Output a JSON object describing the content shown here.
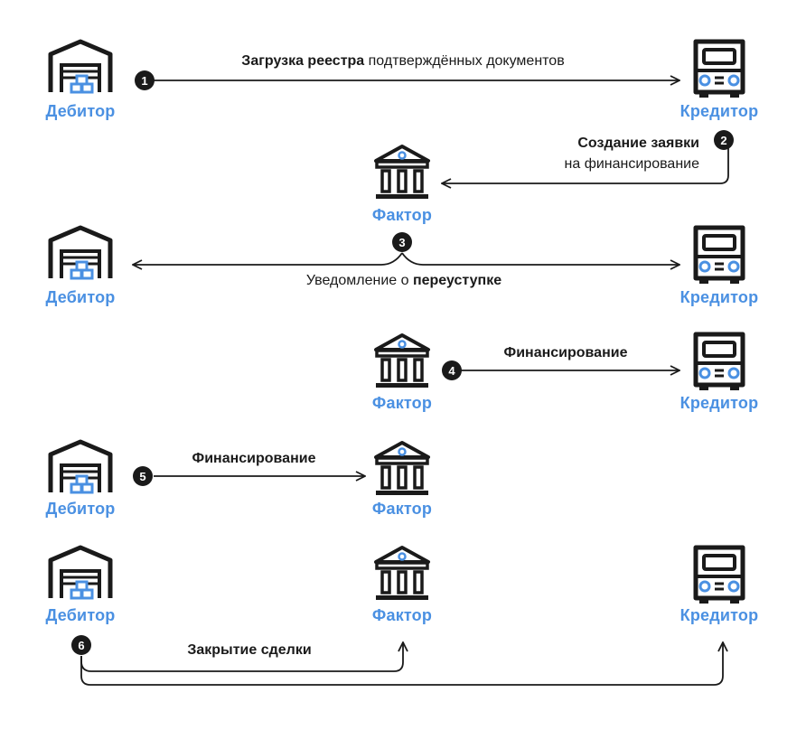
{
  "labels": {
    "debtor": "Дебитор",
    "creditor": "Кредитор",
    "factor": "Фактор"
  },
  "steps": [
    {
      "num": "1",
      "bold": "Загрузка реестра",
      "rest": " подтверждённых документов"
    },
    {
      "num": "2",
      "bold": "Создание заявки",
      "rest": "на финансирование"
    },
    {
      "num": "3",
      "rest": "Уведомление о ",
      "bold": "переуступке"
    },
    {
      "num": "4",
      "bold": "Финансирование"
    },
    {
      "num": "5",
      "bold": "Финансирование"
    },
    {
      "num": "6",
      "bold": "Закрытие сделки"
    }
  ],
  "icons": {
    "debtor": "warehouse-icon",
    "creditor": "truck-icon",
    "factor": "bank-icon"
  },
  "colors": {
    "accent": "#4a90e2",
    "ink": "#1a1a1a"
  }
}
